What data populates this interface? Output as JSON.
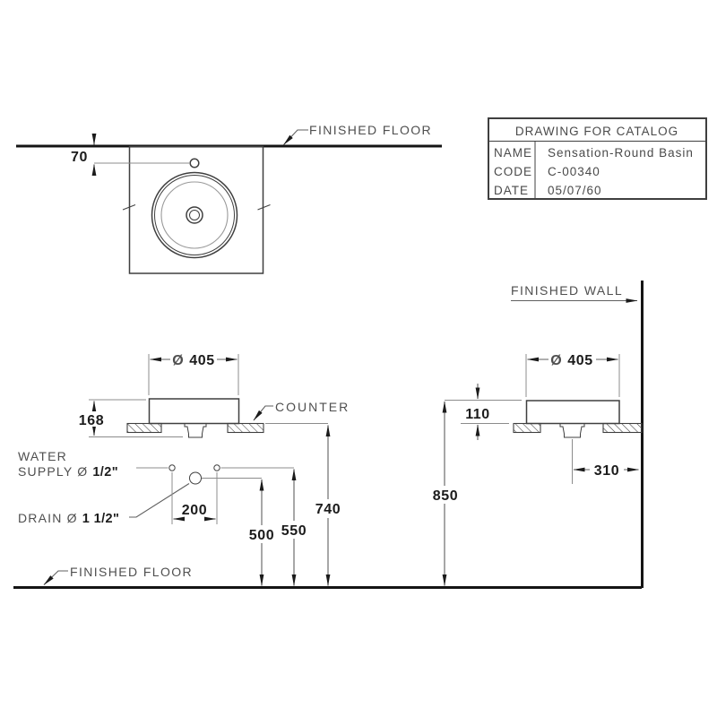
{
  "colors": {
    "background": "#ffffff",
    "line_dark": "#141414",
    "line_object": "#3f3f3f",
    "line_dimension": "#8c8c8c",
    "text_label": "#4f4f4f",
    "text_number": "#1b1b1b"
  },
  "title_block": {
    "title": "DRAWING FOR CATALOG",
    "rows": [
      {
        "label": "NAME",
        "value": "Sensation-Round Basin"
      },
      {
        "label": "CODE",
        "value": "C-00340"
      },
      {
        "label": "DATE",
        "value": "05/07/60"
      }
    ]
  },
  "plan_view": {
    "finished_floor_label": "FINISHED FLOOR",
    "faucet_offset_dim": "70"
  },
  "front_view": {
    "diameter_symbol": "Ø",
    "diameter_value": "405",
    "basin_height_dim": "168",
    "counter_label": "COUNTER",
    "water_supply_line1": "WATER",
    "water_supply_line2_label": "SUPPLY Ø",
    "water_supply_line2_value": "1/2\"",
    "drain_label": "DRAIN Ø",
    "drain_value": "1 1/2\"",
    "supply_spacing_dim": "200",
    "drain_height_dim": "500",
    "supply_height_dim": "550",
    "counter_height_dim": "740",
    "finished_floor_label": "FINISHED FLOOR"
  },
  "side_view": {
    "finished_wall_label": "FINISHED WALL",
    "diameter_symbol": "Ø",
    "diameter_value": "405",
    "basin_height_dim": "110",
    "drain_wall_dim": "310",
    "basin_top_height_dim": "850"
  }
}
